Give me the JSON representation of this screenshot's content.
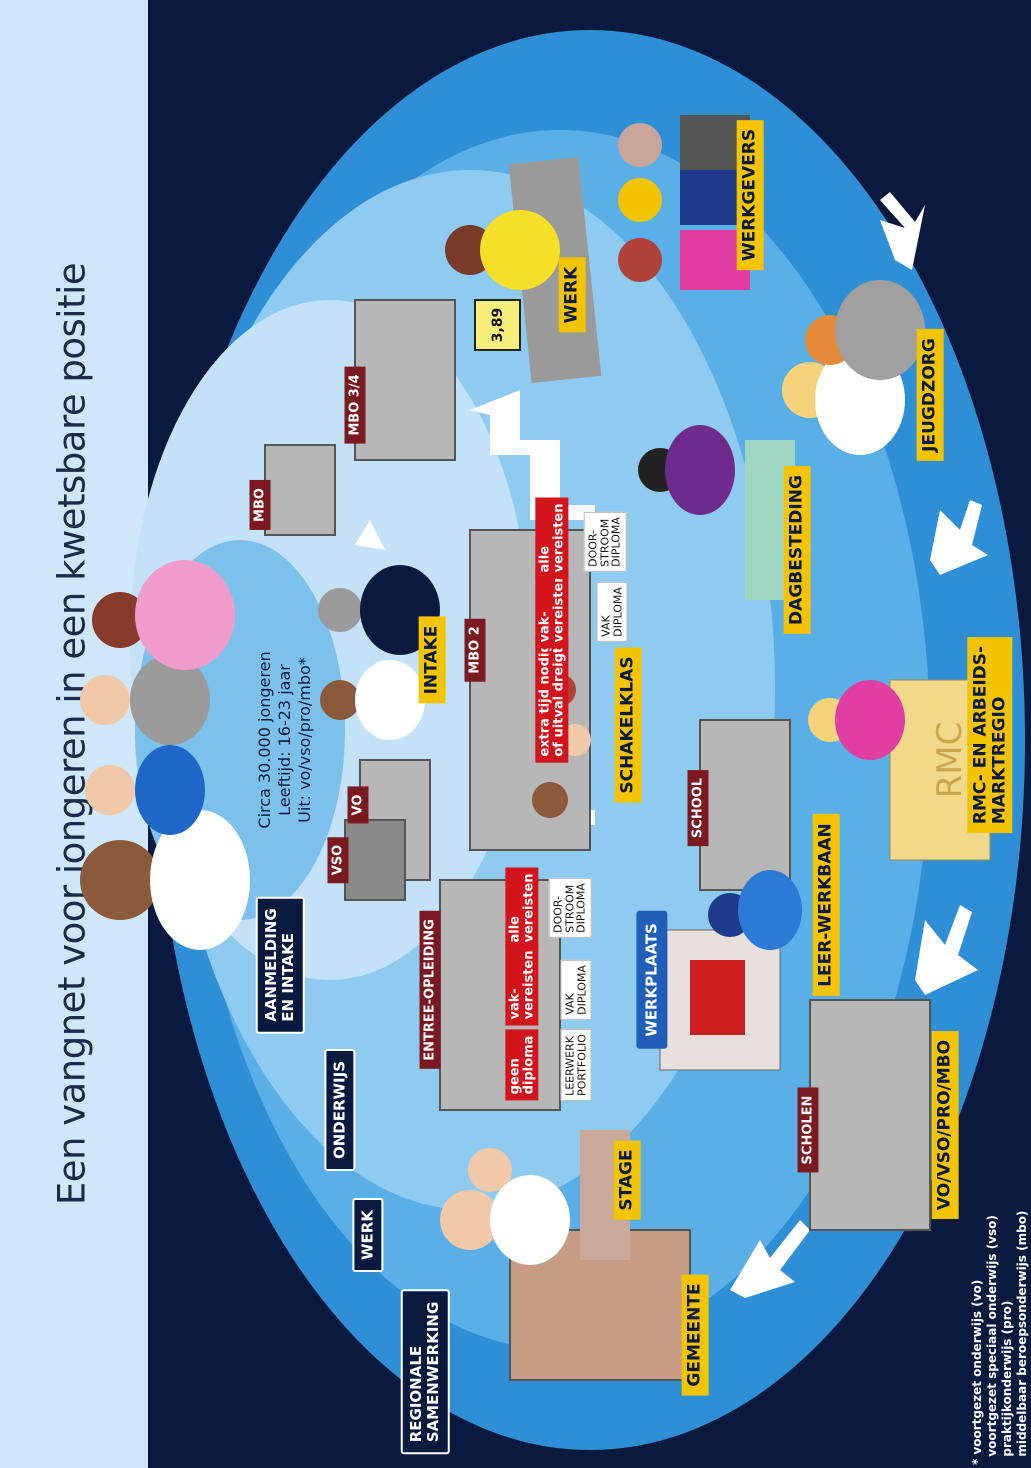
{
  "title": "Een vangnet voor jongeren in een kwetsbare positie",
  "zones": {
    "regional": "REGIONALE\nSAMENWERKING",
    "work": "WERK",
    "education": "ONDERWIJS",
    "intake_zone": "AANMELDING\nEN INTAKE"
  },
  "summary": {
    "line1": "Circa 30.000 jongeren",
    "line2": "Leeftijd: 16-23 jaar",
    "line3": "Uit: vo/vso/pro/mbo*"
  },
  "buildings": {
    "vso": "VSO",
    "vo": "VO",
    "mbo": "MBO",
    "mbo34": "MBO 3/4",
    "mbo2": "MBO 2",
    "entree": "ENTREE-OPLEIDING",
    "school": "SCHOOL",
    "scholen": "SCHOLEN"
  },
  "requirements": {
    "geen_diploma": "geen\ndiploma",
    "vak_vereisten": "vak-\nvereisten",
    "alle_vereisten": "alle\nvereisten",
    "extra_tijd": "extra tijd nodig\nof uitval dreigt"
  },
  "diplomas": {
    "leerwerk": "LEERWERK\nPORTFOLIO",
    "vak": "VAK\nDIPLOMA",
    "doorstroom": "DOOR-\nSTROOM\nDIPLOMA"
  },
  "labels": {
    "intake": "INTAKE",
    "schakelklas": "SCHAKELKLAS",
    "werk": "WERK",
    "werkgevers": "WERKGEVERS",
    "jeugdzorg": "JEUGDZORG",
    "dagbesteding": "DAGBESTEDING",
    "rmc": "RMC- EN ARBEIDS-\nMARKTREGIO",
    "leer_werkbaan": "LEER-WERKBAAN",
    "werkplaats": "WERKPLAATS",
    "scholen_sub": "VO/VSO/PRO/MBO",
    "stage": "STAGE",
    "gemeente": "GEMEENTE"
  },
  "misc": {
    "price": "3,89",
    "rmc_sign": "RMC"
  },
  "footnote": "* voortgezet onderwijs (vo)\n  voortgezet speciaal onderwijs (vso)\n  praktijkonderwijs (pro)\n  middelbaar beroepsonderwijs (mbo)",
  "colors": {
    "dark_navy": "#0a1a3e",
    "outer_ring": "#2f8fd6",
    "middle_ring": "#8fcaf0",
    "inner_ring": "#c3e2f7",
    "center": "#7cc1ec",
    "label_yellow": "#f4c400",
    "diploma_red": "#d3141c"
  }
}
